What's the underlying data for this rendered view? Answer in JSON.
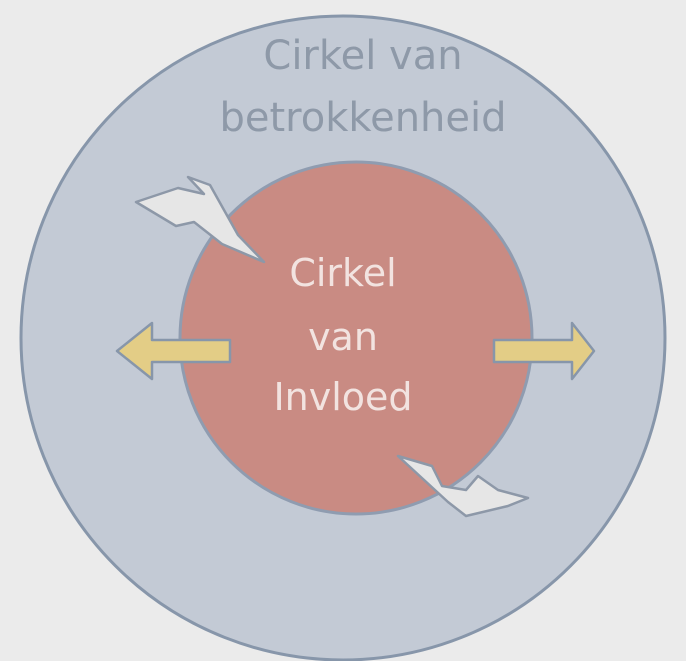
{
  "outer_circle": {
    "label_line1": "Cirkel van",
    "label_line2": "betrokkenheid",
    "fill": "#c3cad5",
    "stroke": "#8796aa"
  },
  "inner_circle": {
    "label_line1": "Cirkel",
    "label_line2": "van",
    "label_line3": "Invloed",
    "fill": "#c98b83",
    "stroke": "#8f9cb0"
  },
  "arrows": {
    "fill": "#e3cd86",
    "stroke": "#8796aa",
    "items": [
      {
        "name": "arrow-left-icon",
        "direction": "left"
      },
      {
        "name": "arrow-right-icon",
        "direction": "right"
      }
    ]
  },
  "bolts": {
    "fill": "#e6e6e6",
    "stroke": "#8d98a8",
    "items": [
      {
        "name": "lightning-bolt-icon",
        "position": "upper-left"
      },
      {
        "name": "lightning-bolt-icon",
        "position": "lower-right"
      }
    ]
  },
  "background": "#ebebeb"
}
